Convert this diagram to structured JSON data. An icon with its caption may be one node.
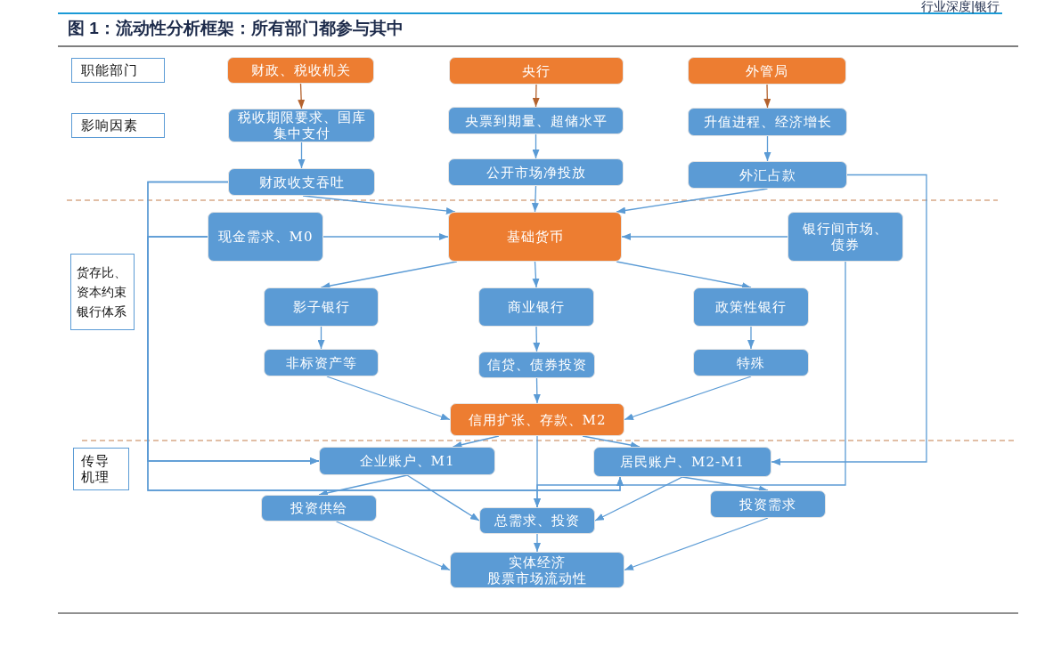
{
  "diagram": {
    "title": "图 1：流动性分析框架：所有部门都参与其中",
    "nodes": [
      {
        "text": [
          "职能部门"
        ]
      },
      {
        "text": [
          "财政、税收机关"
        ]
      },
      {
        "text": [
          "央行"
        ]
      },
      {
        "text": [
          "外管局"
        ]
      },
      {
        "text": [
          "影响因素"
        ]
      },
      {
        "text": [
          "税收期限要求、国库集中支付"
        ]
      },
      {
        "text": [
          "央票到期量、超储水平"
        ]
      },
      {
        "text": [
          "升值进程、经济增长"
        ]
      },
      {
        "text": [
          "财政收支吞吐"
        ]
      },
      {
        "text": [
          "公开市场净投放"
        ]
      },
      {
        "text": [
          "外汇占款"
        ]
      },
      {
        "text": [
          "现金需求、M0"
        ]
      },
      {
        "text": [
          "基础货币"
        ]
      },
      {
        "text": [
          "银行间市场、债券"
        ]
      },
      {
        "text": [
          "货存比、资本约束银行体系"
        ]
      },
      {
        "text": [
          "影子银行"
        ]
      },
      {
        "text": [
          "商业银行"
        ]
      },
      {
        "text": [
          "政策性银行"
        ]
      },
      {
        "text": [
          "非标资产等"
        ]
      },
      {
        "text": [
          "信贷、债券投资"
        ]
      },
      {
        "text": [
          "特殊"
        ]
      },
      {
        "text": [
          "信用扩张、存款、M2"
        ]
      },
      {
        "text": [
          "传导机理"
        ]
      },
      {
        "text": [
          "企业账户、M1"
        ]
      },
      {
        "text": [
          "居民账户、M2-M1"
        ]
      },
      {
        "text": [
          "投资供给"
        ]
      },
      {
        "text": [
          "投资需求"
        ]
      },
      {
        "text": [
          "总需求、投资"
        ]
      },
      {
        "text": [
          "实体经济",
          "股票市场流动性"
        ]
      }
    ],
    "edges": [
      {
        "from": 1,
        "to": 5,
        "arrow": "to",
        "color": "#b4622d"
      },
      {
        "from": 2,
        "to": 6,
        "arrow": "to",
        "color": "#b4622d"
      },
      {
        "from": 3,
        "to": 7,
        "arrow": "to",
        "color": "#b4622d"
      },
      {
        "from": 5,
        "to": 8,
        "arrow": "to"
      },
      {
        "from": 6,
        "to": 9,
        "arrow": "to"
      },
      {
        "from": 7,
        "to": 10,
        "arrow": "to"
      },
      {
        "from": 8,
        "to": 12,
        "arrow": "to"
      },
      {
        "from": 9,
        "to": 12,
        "arrow": "to"
      },
      {
        "from": 10,
        "to": 12,
        "arrow": "to"
      },
      {
        "from": 11,
        "to": 12,
        "arrow": "to"
      },
      {
        "from": 13,
        "to": 12,
        "arrow": "to"
      },
      {
        "from": 12,
        "to": 15,
        "arrow": "to"
      },
      {
        "from": 12,
        "to": 16,
        "arrow": "to"
      },
      {
        "from": 12,
        "to": 17,
        "arrow": "to"
      },
      {
        "from": 15,
        "to": 18,
        "arrow": "to"
      },
      {
        "from": 16,
        "to": 19,
        "arrow": "to"
      },
      {
        "from": 17,
        "to": 20,
        "arrow": "to"
      },
      {
        "from": 18,
        "to": 21,
        "arrow": "to"
      },
      {
        "from": 19,
        "to": 21,
        "arrow": "to"
      },
      {
        "from": 20,
        "to": 21,
        "arrow": "to"
      },
      {
        "from": 21,
        "to": 23,
        "arrow": "to"
      },
      {
        "from": 21,
        "to": 24,
        "arrow": "to"
      },
      {
        "from": 21,
        "to": 27,
        "arrow": "to"
      },
      {
        "from": 8,
        "to": 23,
        "arrow": "to"
      },
      {
        "from": 8,
        "to": 24,
        "arrow": "to"
      },
      {
        "from": 11,
        "to": 23,
        "arrow": "to"
      },
      {
        "from": 11,
        "to": 24,
        "arrow": "to"
      },
      {
        "from": 10,
        "to": 24,
        "arrow": "to"
      },
      {
        "from": 13,
        "to": 27,
        "arrow": "to"
      },
      {
        "from": 23,
        "to": 25,
        "arrow": "to"
      },
      {
        "from": 23,
        "to": 27,
        "arrow": "to"
      },
      {
        "from": 24,
        "to": 27,
        "arrow": "to"
      },
      {
        "from": 24,
        "to": 26,
        "arrow": "to"
      },
      {
        "from": 25,
        "to": 28,
        "arrow": "to"
      },
      {
        "from": 27,
        "to": 28,
        "arrow": "to"
      },
      {
        "from": 26,
        "to": 28,
        "arrow": "to"
      }
    ],
    "labels": [
      "行业深度|银行"
    ]
  }
}
